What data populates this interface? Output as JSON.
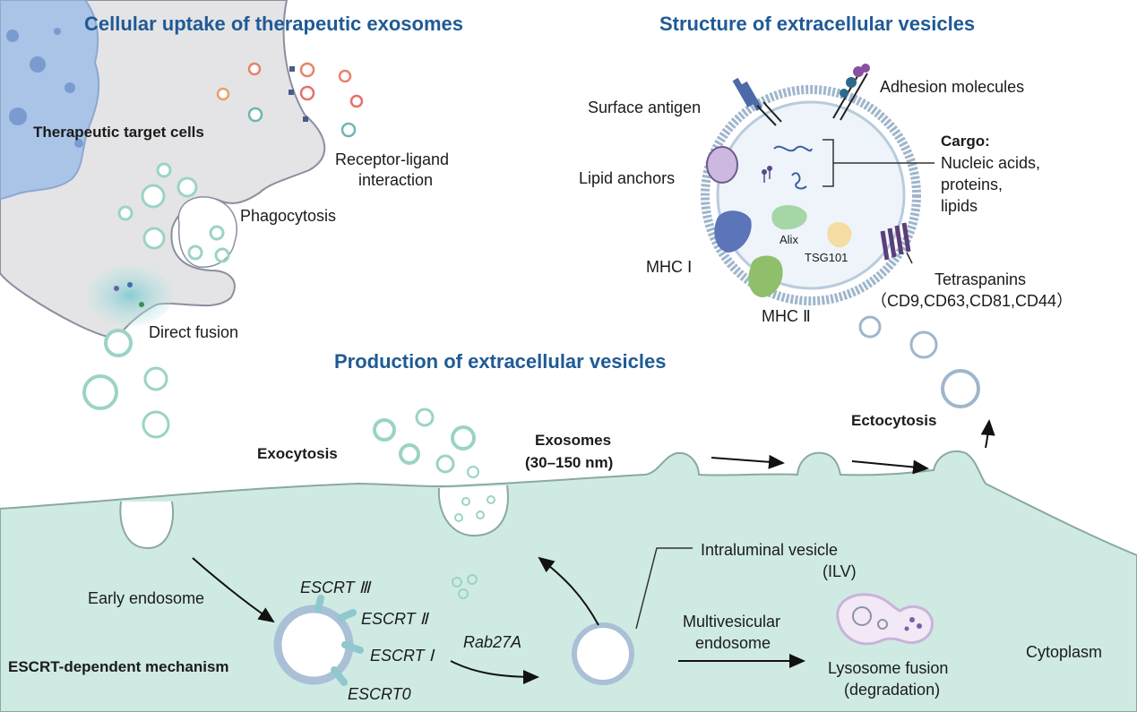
{
  "titles": {
    "uptake": "Cellular uptake of therapeutic exosomes",
    "structure": "Structure of extracellular vesicles",
    "production": "Production of extracellular vesicles"
  },
  "uptake": {
    "target_cells": "Therapeutic target cells",
    "receptor_line1": "Receptor-ligand",
    "receptor_line2": "interaction",
    "phagocytosis": "Phagocytosis",
    "direct_fusion": "Direct fusion"
  },
  "structure": {
    "surface_antigen": "Surface antigen",
    "adhesion": "Adhesion molecules",
    "lipid_anchors": "Lipid anchors",
    "cargo_title": "Cargo:",
    "cargo_line1": "Nucleic acids,",
    "cargo_line2": "proteins,",
    "cargo_line3": "lipids",
    "alix": "Alix",
    "tsg101": "TSG101",
    "mhc1": "MHC Ⅰ",
    "mhc2": "MHC Ⅱ",
    "tetraspanins": "Tetraspanins",
    "tetraspanins_list": "（CD9,CD63,CD81,CD44）"
  },
  "production": {
    "exocytosis": "Exocytosis",
    "exosomes_line1": "Exosomes",
    "exosomes_line2": "(30–150 nm)",
    "ectocytosis": "Ectocytosis",
    "ilv_line1": "Intraluminal vesicle",
    "ilv_line2": "(ILV)",
    "early_endosome": "Early endosome",
    "escrt3": "ESCRT Ⅲ",
    "escrt2": "ESCRT Ⅱ",
    "escrt1": "ESCRT Ⅰ",
    "escrt0": "ESCRT0",
    "rab27a": "Rab27A",
    "escrt_mech": "ESCRT-dependent mechanism",
    "mvb_line1": "Multivesicular",
    "mvb_line2": "endosome",
    "lyso_line1": "Lysosome fusion",
    "lyso_line2": "(degradation)",
    "cytoplasm": "Cytoplasm"
  },
  "colors": {
    "title_blue": "#1f5a95",
    "target_cell": "#a9c4e6",
    "host_cell": "#e4e4e6",
    "cytoplasm": "#cfeae3",
    "vesicle_ring": "#9bd3c6"
  }
}
